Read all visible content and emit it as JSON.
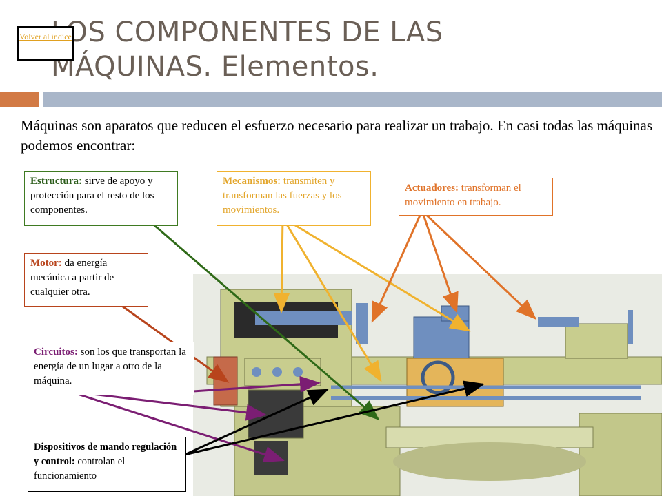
{
  "slide": {
    "title_line1": "LOS COMPONENTES DE LAS",
    "title_line2": "MÁQUINAS. Elementos.",
    "back_link": "Volver al índice",
    "intro": "Máquinas son aparatos que reducen el esfuerzo necesario para realizar un trabajo. En casi todas las máquinas podemos encontrar:"
  },
  "components": {
    "estructura": {
      "term": "Estructura:",
      "desc": " sirve de apoyo y protección para el resto de los componentes."
    },
    "mecanismos": {
      "term": "Mecanismos:",
      "desc": " transmiten y transforman las fuerzas y los movimientos."
    },
    "actuadores": {
      "term": "Actuadores:",
      "desc": " transforman el movimiento en trabajo."
    },
    "motor": {
      "term": "Motor:",
      "desc": " da energía mecánica a partir de cualquier otra."
    },
    "circuitos": {
      "term": "Circuitos:",
      "desc": " son los que transportan la energía de un lugar a otro de la máquina."
    },
    "dispositivos": {
      "term": "Dispositivos de mando regulación y control:",
      "desc": " controlan el funcionamiento"
    }
  },
  "colors": {
    "title": "#6a5f56",
    "accent_bar": "#d27a45",
    "secondary_bar": "#a9b6c9",
    "estructura": "#2b5c1a",
    "mecanismos": "#f0b22f",
    "actuadores": "#e07329",
    "motor": "#b8441c",
    "circuitos": "#7b1e73",
    "dispositivos": "#000000",
    "machine_body": "#c8cd8e",
    "machine_blue": "#6f8fbf"
  },
  "icons": {
    "machine": "lathe-illustration"
  }
}
